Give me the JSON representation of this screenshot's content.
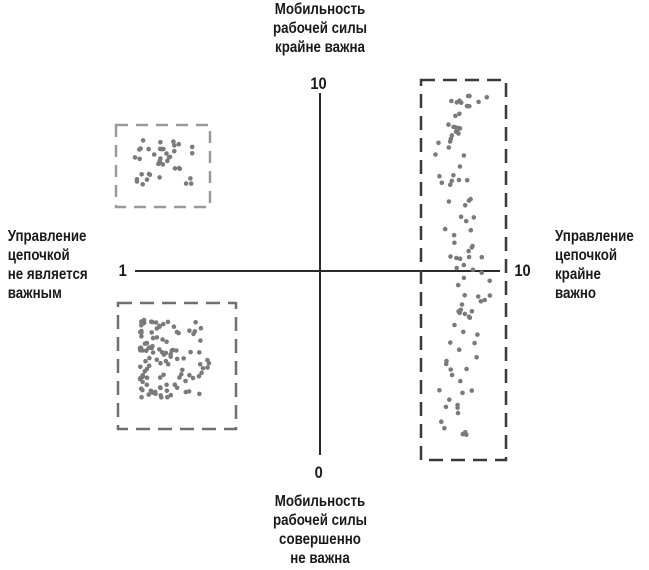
{
  "axes": {
    "top_label": "Мобильность\nрабочей силы\nкрайне важна",
    "bottom_label": "Мобильность\nрабочей силы\nсовершенно\nне важна",
    "left_label": "Управление\nцепочкой\nне является\nважным",
    "right_label": "Управление\nцепочкой\nкрайне\nважно",
    "y_max_tick": "10",
    "y_min_tick": "0",
    "x_min_tick": "1",
    "x_max_tick": "10"
  },
  "clusters": [
    {
      "name": "upper-left",
      "box_style": "light-dashed",
      "points": 40
    },
    {
      "name": "lower-left",
      "box_style": "medium-dashed",
      "points": 110
    },
    {
      "name": "right",
      "box_style": "dark-dashed",
      "points": 100
    }
  ],
  "colors": {
    "axis": "#2b2b2b",
    "dot": "#7a7a7a",
    "box_light": "#9a9a9a",
    "box_medium": "#6f6f6f",
    "box_dark": "#3a3a3a"
  }
}
